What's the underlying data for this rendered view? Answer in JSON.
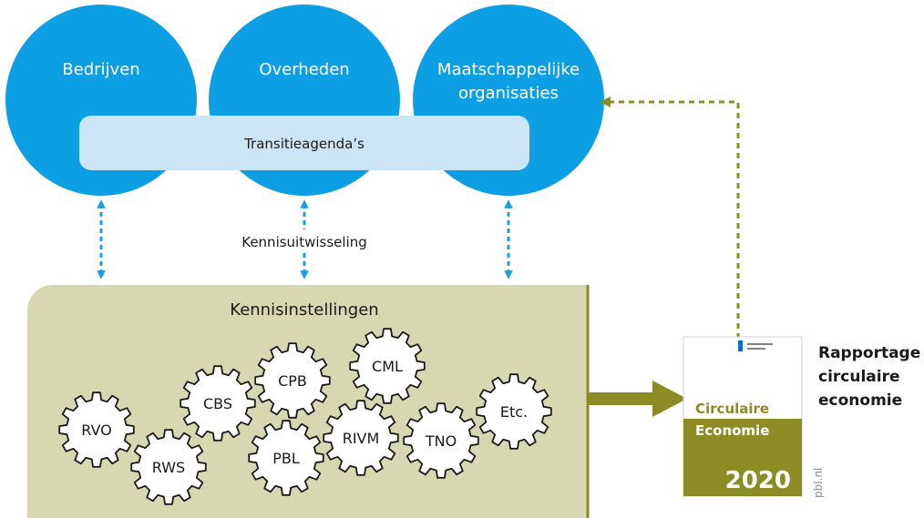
{
  "actors": [
    {
      "label_lines": [
        "Bedrijven"
      ]
    },
    {
      "label_lines": [
        "Overheden"
      ]
    },
    {
      "label_lines": [
        "Maatschappelijke",
        "organisaties"
      ]
    }
  ],
  "agenda_bar": {
    "label": "Transitieagenda’s"
  },
  "exchange": {
    "label": "Kennisuitwisseling"
  },
  "institutions": {
    "title": "Kennisinstellingen",
    "gears": [
      "RVO",
      "RWS",
      "CBS",
      "CPB",
      "PBL",
      "CML",
      "RIVM",
      "TNO",
      "Etc."
    ]
  },
  "report": {
    "cover_line1": "Circulaire",
    "cover_line2": "Economie",
    "cover_year": "2020",
    "source": "pbl.nl",
    "title_lines": [
      "Rapportage",
      "circulaire",
      "economie"
    ]
  },
  "colors": {
    "circle_blue": "#0d9fe3",
    "bar_blue": "#cce5f6",
    "exchange_blue": "#1aa0e0",
    "panel_olive_light": "#d7d8b1",
    "panel_olive_dark": "#8c8c25",
    "gear_stroke": "#1a1a1a"
  }
}
